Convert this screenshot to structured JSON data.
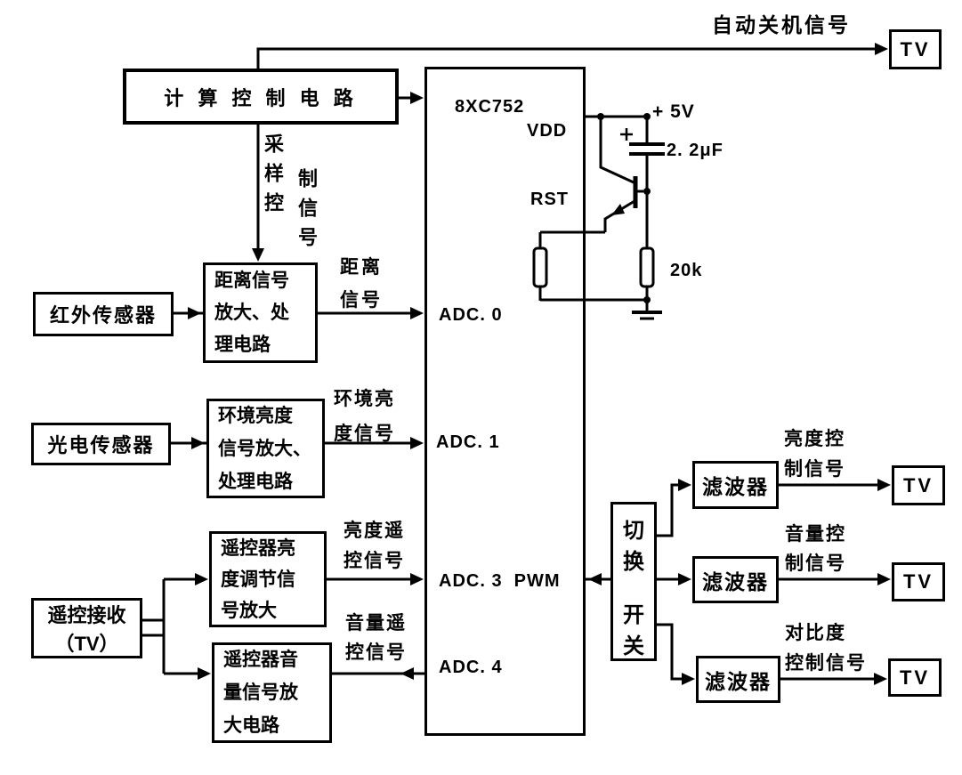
{
  "top": {
    "auto_shutdown_label": "自动关机信号"
  },
  "boxes": {
    "compute": "计 算 控 制 电 路",
    "ir_sensor": "红外传感器",
    "dist_proc": [
      "距离信号",
      "放大、处",
      "理电路"
    ],
    "photo_sensor": "光电传感器",
    "ambient_proc": [
      "环境亮度",
      "信号放大、",
      "处理电路"
    ],
    "remote_recv": [
      "遥控接收",
      "（TV）"
    ],
    "bright_amp": [
      "遥控器亮",
      "度调节信",
      "号放大"
    ],
    "volume_amp": [
      "遥控器音",
      "量信号放",
      "大电路"
    ],
    "switch_chars": [
      "切",
      "换",
      "开",
      "关"
    ],
    "filter": "滤波器",
    "tv": "TV"
  },
  "chip": {
    "name": "8XC752",
    "vdd": "VDD",
    "rst": "RST",
    "adc0": "ADC. 0",
    "adc1": "ADC. 1",
    "adc3": "ADC. 3  PWM",
    "adc4": "ADC. 4"
  },
  "circuit": {
    "supply": "+ 5V",
    "capacitor": "2. 2μF",
    "resistor": "20k"
  },
  "wire_labels": {
    "sample_ctrl": [
      "采样控",
      "制信号"
    ],
    "distance": [
      "距离",
      "信号"
    ],
    "ambient": [
      "环境亮",
      "度信号"
    ],
    "bright_remote": [
      "亮度遥",
      "控信号"
    ],
    "volume_remote": [
      "音量遥",
      "控信号"
    ],
    "bright_ctrl": [
      "亮度控",
      "制信号"
    ],
    "volume_ctrl": [
      "音量控",
      "制信号"
    ],
    "contrast_ctrl": [
      "对比度",
      "控制信号"
    ]
  },
  "colors": {
    "ink": "#000000",
    "paper": "#ffffff"
  }
}
